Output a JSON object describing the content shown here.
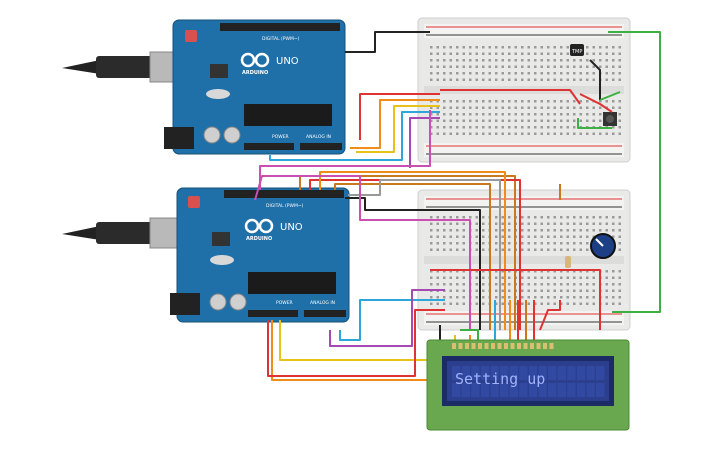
{
  "arduino_top": {
    "brand": "ARDUINO",
    "model": "UNO",
    "digital_label": "DIGITAL (PWM~)",
    "power_label": "POWER",
    "analog_label": "ANALOG IN"
  },
  "arduino_bottom": {
    "brand": "ARDUINO",
    "model": "UNO",
    "digital_label": "DIGITAL (PWM~)",
    "power_label": "POWER",
    "analog_label": "ANALOG IN"
  },
  "tmp_sensor": {
    "label": "TMP"
  },
  "lcd": {
    "text": "Setting up"
  },
  "colors": {
    "board": "#1f6fa8",
    "breadboard": "#ececea",
    "lcd_frame": "#6aa84f",
    "lcd_screen": "#2c3f8f",
    "lcd_text": "#9fb3ff"
  }
}
